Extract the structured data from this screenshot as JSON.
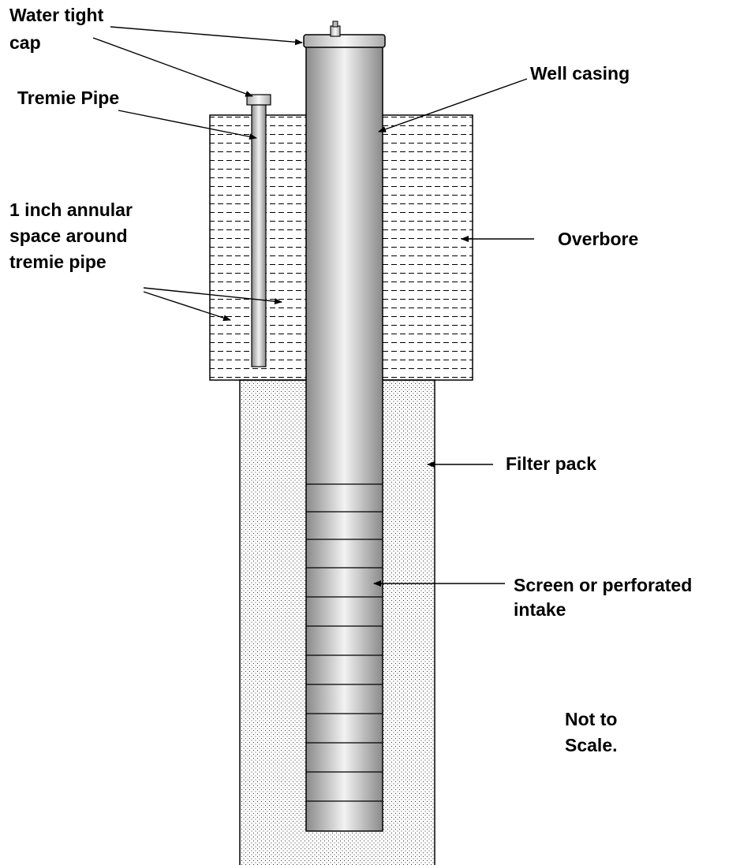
{
  "labels": {
    "water_tight_cap": [
      "Water tight",
      "cap"
    ],
    "tremie_pipe": "Tremie Pipe",
    "annular_space": [
      "1 inch annular",
      "space around",
      "tremie pipe"
    ],
    "well_casing": "Well casing",
    "overbore": "Overbore",
    "filter_pack": "Filter pack",
    "screen": [
      "Screen or perforated",
      "intake"
    ],
    "scale_note": [
      "Not to",
      "Scale."
    ]
  },
  "colors": {
    "line": "#000000",
    "background": "#ffffff",
    "pipe_dark": "#8a8a8a",
    "pipe_light": "#f2f2f2"
  },
  "screen_slots": 12
}
